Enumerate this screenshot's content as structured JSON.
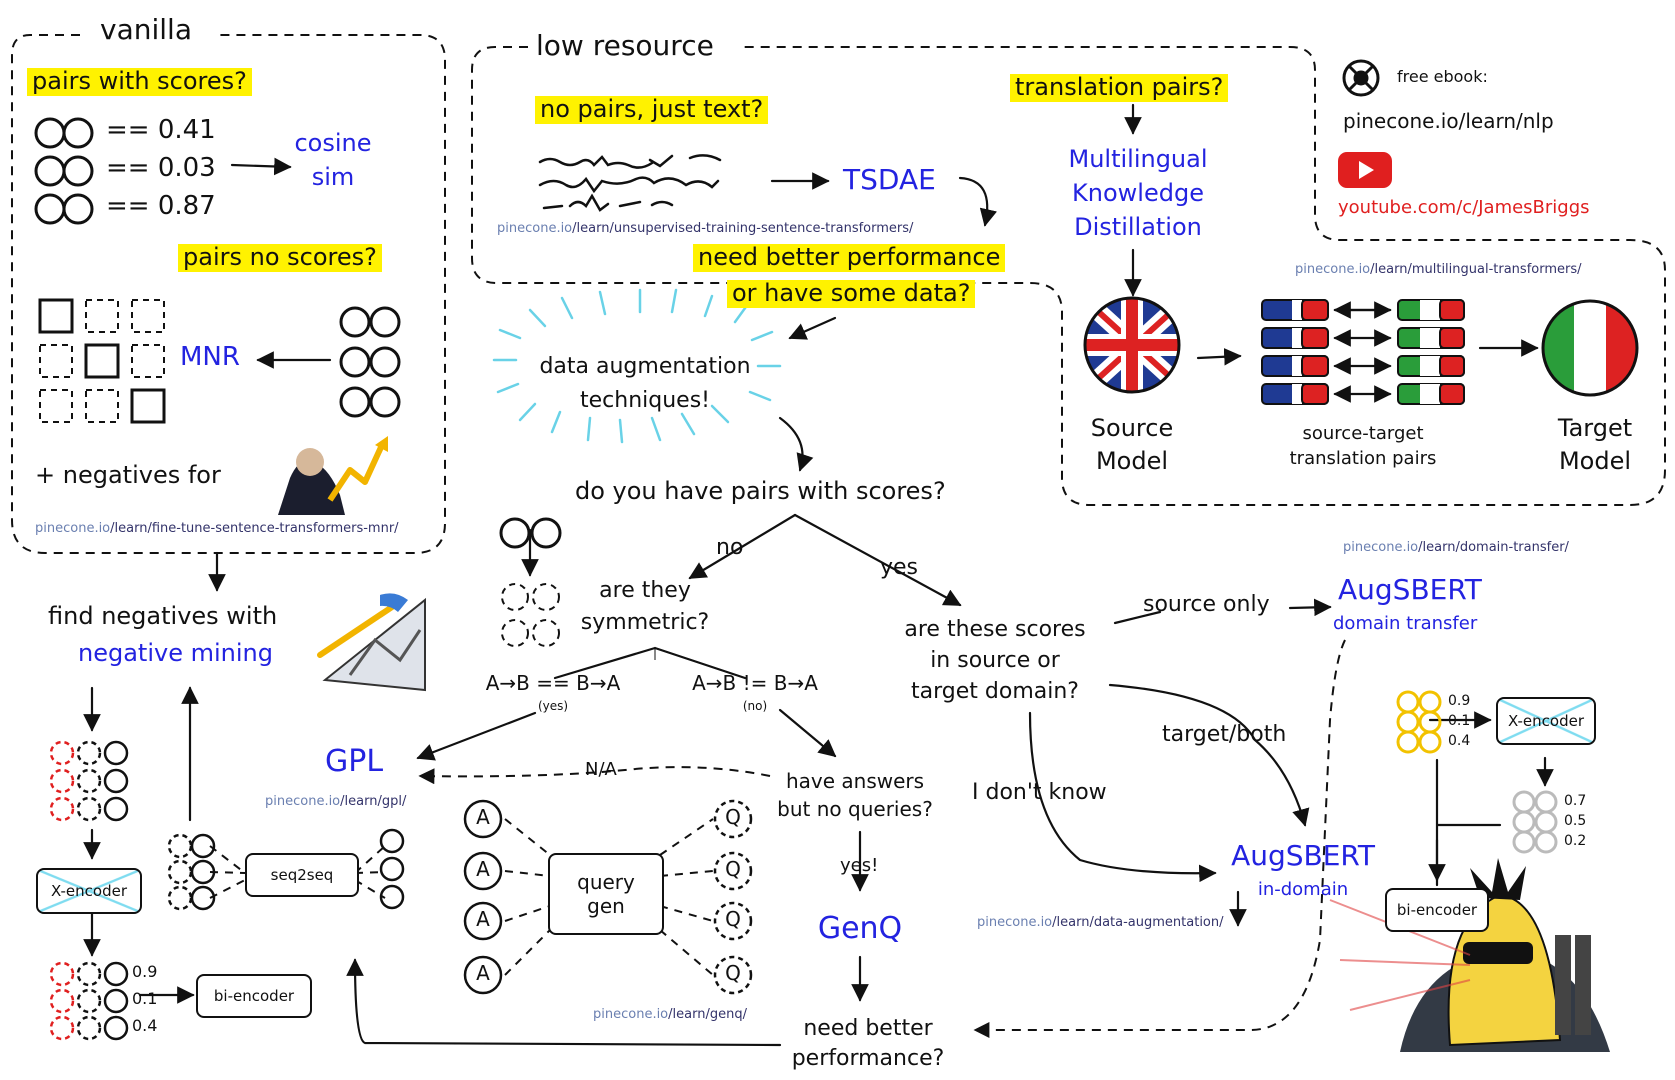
{
  "colors": {
    "highlight": "#fff200",
    "link_blue": "#2323e0",
    "red": "#e01f1f",
    "score_yellow": "#f2c200"
  },
  "vanilla": {
    "title": "vanilla",
    "pairs_with_scores_q": "pairs with scores?",
    "scores": [
      "== 0.41",
      "== 0.03",
      "== 0.87"
    ],
    "cosine_sim": [
      "cosine",
      "sim"
    ],
    "pairs_no_scores_q": "pairs no scores?",
    "mnr": "MNR",
    "negatives_for": "+ negatives for",
    "link_domain": "pinecone.io",
    "link_path": "/learn/fine-tune-sentence-transformers-mnr/"
  },
  "low_resource": {
    "title": "low resource",
    "no_pairs_q": "no pairs, just text?",
    "tsdae": "TSDAE",
    "tsdae_link_domain": "pinecone.io",
    "tsdae_link_path": "/learn/unsupervised-training-sentence-transformers/",
    "translation_pairs_q": "translation pairs?",
    "multilingual": [
      "Multilingual",
      "Knowledge",
      "Distillation"
    ],
    "multilingual_link_domain": "pinecone.io",
    "multilingual_link_path": "/learn/multilingual-transformers/",
    "source_model": [
      "Source",
      "Model"
    ],
    "translation_pairs": [
      "source-target",
      "translation pairs"
    ],
    "target_model": [
      "Target",
      "Model"
    ]
  },
  "ebook": {
    "label": "free ebook:",
    "url": "pinecone.io/learn/nlp",
    "youtube": "youtube.com/c/JamesBriggs"
  },
  "flow": {
    "need_better_performance": [
      "need better performance",
      "or have some data?"
    ],
    "data_augmentation": [
      "data augmentation",
      "techniques!"
    ],
    "do_you_have_pairs": "do you have pairs with scores?",
    "no": "no",
    "yes": "yes",
    "are_they_symmetric": [
      "are they",
      "symmetric?"
    ],
    "sym_yes": "A→B == B→A",
    "sym_yes_label": "(yes)",
    "sym_no": "A→B != B→A",
    "sym_no_label": "(no)",
    "gpl": "GPL",
    "gpl_link_domain": "pinecone.io",
    "gpl_link_path": "/learn/gpl/",
    "na": "N/A",
    "have_answers": [
      "have answers",
      "but no queries?"
    ],
    "yes_bang": "yes!",
    "genq": "GenQ",
    "genq_link_domain": "pinecone.io",
    "genq_link_path": "/learn/genq/",
    "need_better_performance_2": [
      "need better",
      "performance?"
    ],
    "are_these_scores": [
      "are these scores",
      "in source or",
      "target domain?"
    ],
    "source_only": "source only",
    "augsbert_dt": "AugSBERT",
    "augsbert_dt_sub": "domain transfer",
    "dt_link_domain": "pinecone.io",
    "dt_link_path": "/learn/domain-transfer/",
    "target_both": "target/both",
    "i_dont_know": "I don't know",
    "augsbert_id": "AugSBERT",
    "augsbert_id_sub": "in-domain",
    "da_link_domain": "pinecone.io",
    "da_link_path": "/learn/data-augmentation/",
    "query_gen": [
      "query",
      "gen"
    ],
    "answer_letter": "A",
    "query_letter": "Q"
  },
  "negative_mining": {
    "line1": "find negatives with",
    "line2": "negative mining",
    "x_encoder": "X-encoder",
    "bi_encoder": "bi-encoder",
    "seq2seq": "seq2seq",
    "scores": [
      "0.9",
      "0.1",
      "0.4"
    ]
  },
  "domain_transfer_diagram": {
    "x_encoder": "X-encoder",
    "bi_encoder": "bi-encoder",
    "scores_in": [
      "0.9",
      "0.1",
      "0.4"
    ],
    "scores_out": [
      "0.7",
      "0.5",
      "0.2"
    ]
  }
}
